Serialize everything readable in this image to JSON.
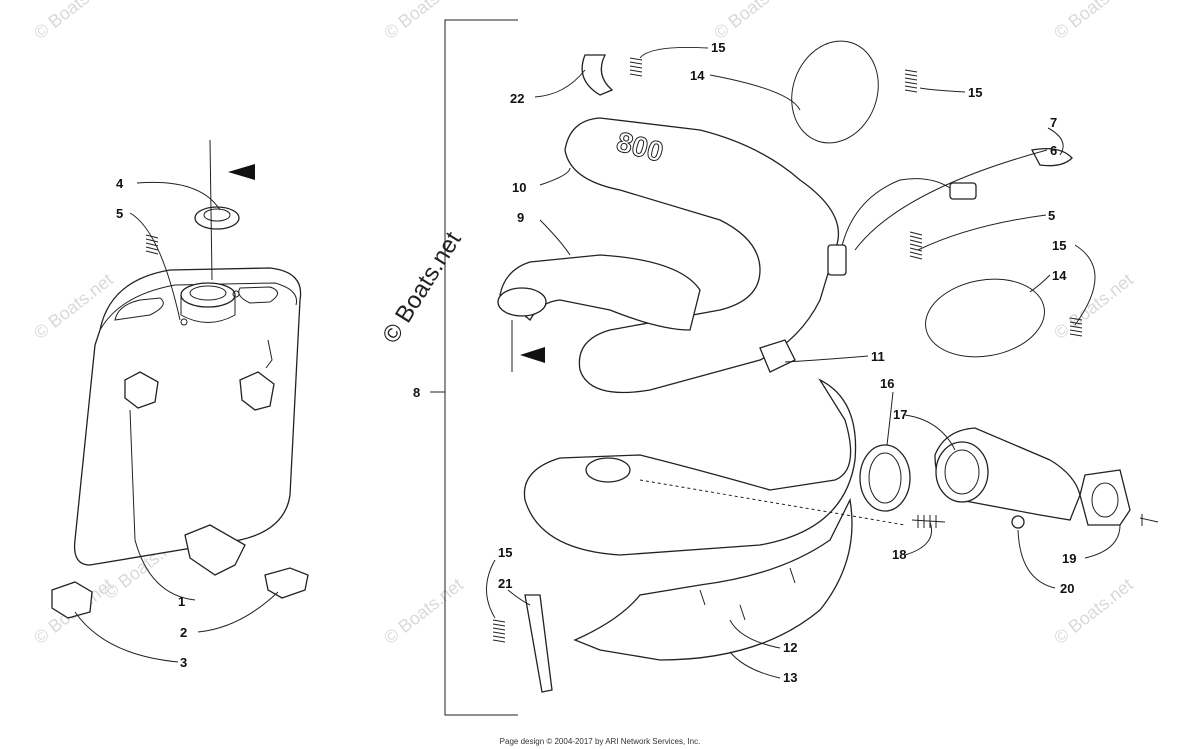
{
  "watermark": "© Boats.net",
  "brand_watermark": "© Boats.net",
  "footer_text": "Page design © 2004-2017 by ARI Network Services, Inc.",
  "labels": {
    "1": "1",
    "2": "2",
    "3": "3",
    "4": "4",
    "5a": "5",
    "5b": "5",
    "6": "6",
    "7": "7",
    "8": "8",
    "9": "9",
    "10": "10",
    "11": "11",
    "12": "12",
    "13": "13",
    "14a": "14",
    "14b": "14",
    "15a": "15",
    "15b": "15",
    "15c": "15",
    "15d": "15",
    "16": "16",
    "17": "17",
    "18": "18",
    "19": "19",
    "20": "20",
    "21": "21",
    "22": "22"
  },
  "pipe_marking": "800"
}
